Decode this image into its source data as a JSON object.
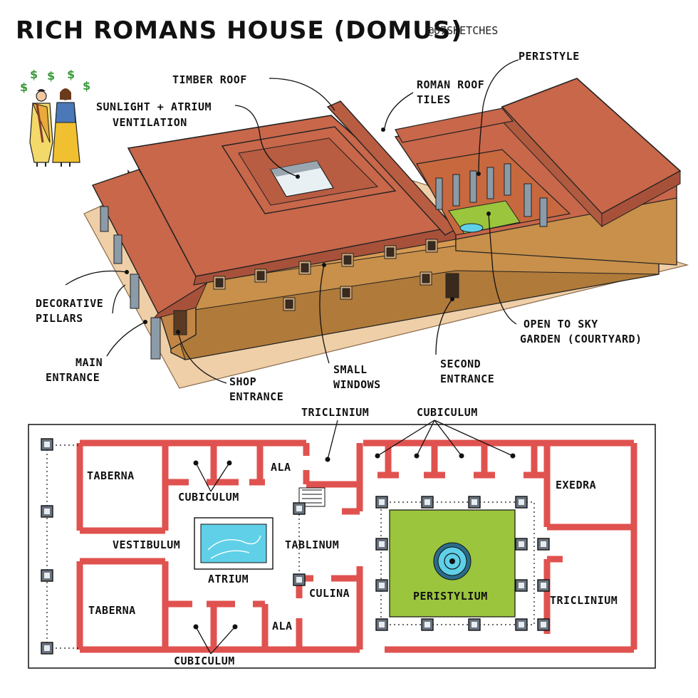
{
  "title": "RICH ROMANS HOUSE (DOMUS)",
  "handle": "@07SKETCHES",
  "colors": {
    "roof": "#C8674A",
    "roof_dark": "#A8513A",
    "wall": "#C8904A",
    "wall_dark": "#A86E34",
    "base": "#EFCFA8",
    "garden": "#9BC53D",
    "pool": "#5FD0E8",
    "plan_wall": "#E0524F",
    "column": "#8C9BA8"
  },
  "icons": {
    "money": "dollar-sign-icon",
    "people": "roman-couple-icon"
  },
  "decor": {
    "money_symbol": "$"
  },
  "labels_3d": {
    "timber_roof": "TIMBER ROOF",
    "sunlight_1": "SUNLIGHT + ATRIUM",
    "sunlight_2": "VENTILATION",
    "roman_roof_1": "ROMAN ROOF",
    "roman_roof_2": "TILES",
    "peristyle": "PERISTYLE",
    "decorative_1": "DECORATIVE",
    "decorative_2": "PILLARS",
    "main_entrance_1": "MAIN",
    "main_entrance_2": "ENTRANCE",
    "shop_entrance_1": "SHOP",
    "shop_entrance_2": "ENTRANCE",
    "small_windows_1": "SMALL",
    "small_windows_2": "WINDOWS",
    "second_entrance_1": "SECOND",
    "second_entrance_2": "ENTRANCE",
    "garden_1": "OPEN TO SKY",
    "garden_2": "GARDEN (COURTYARD)"
  },
  "floor_plan": {
    "triclinium_top": "TRICLINIUM",
    "cubiculum_top": "CUBICULUM",
    "taberna_top": "TABERNA",
    "ala_top": "ALA",
    "cubiculum_left": "CUBICULUM",
    "exedra": "EXEDRA",
    "vestibulum": "VESTIBULUM",
    "tablinum": "TABLINUM",
    "atrium": "ATRIUM",
    "culina": "CULINA",
    "peristylium": "PERISTYLIUM",
    "triclinium_right": "TRICLINIUM",
    "taberna_bottom": "TABERNA",
    "ala_bottom": "ALA",
    "cubiculum_bottom": "CUBICULUM"
  }
}
